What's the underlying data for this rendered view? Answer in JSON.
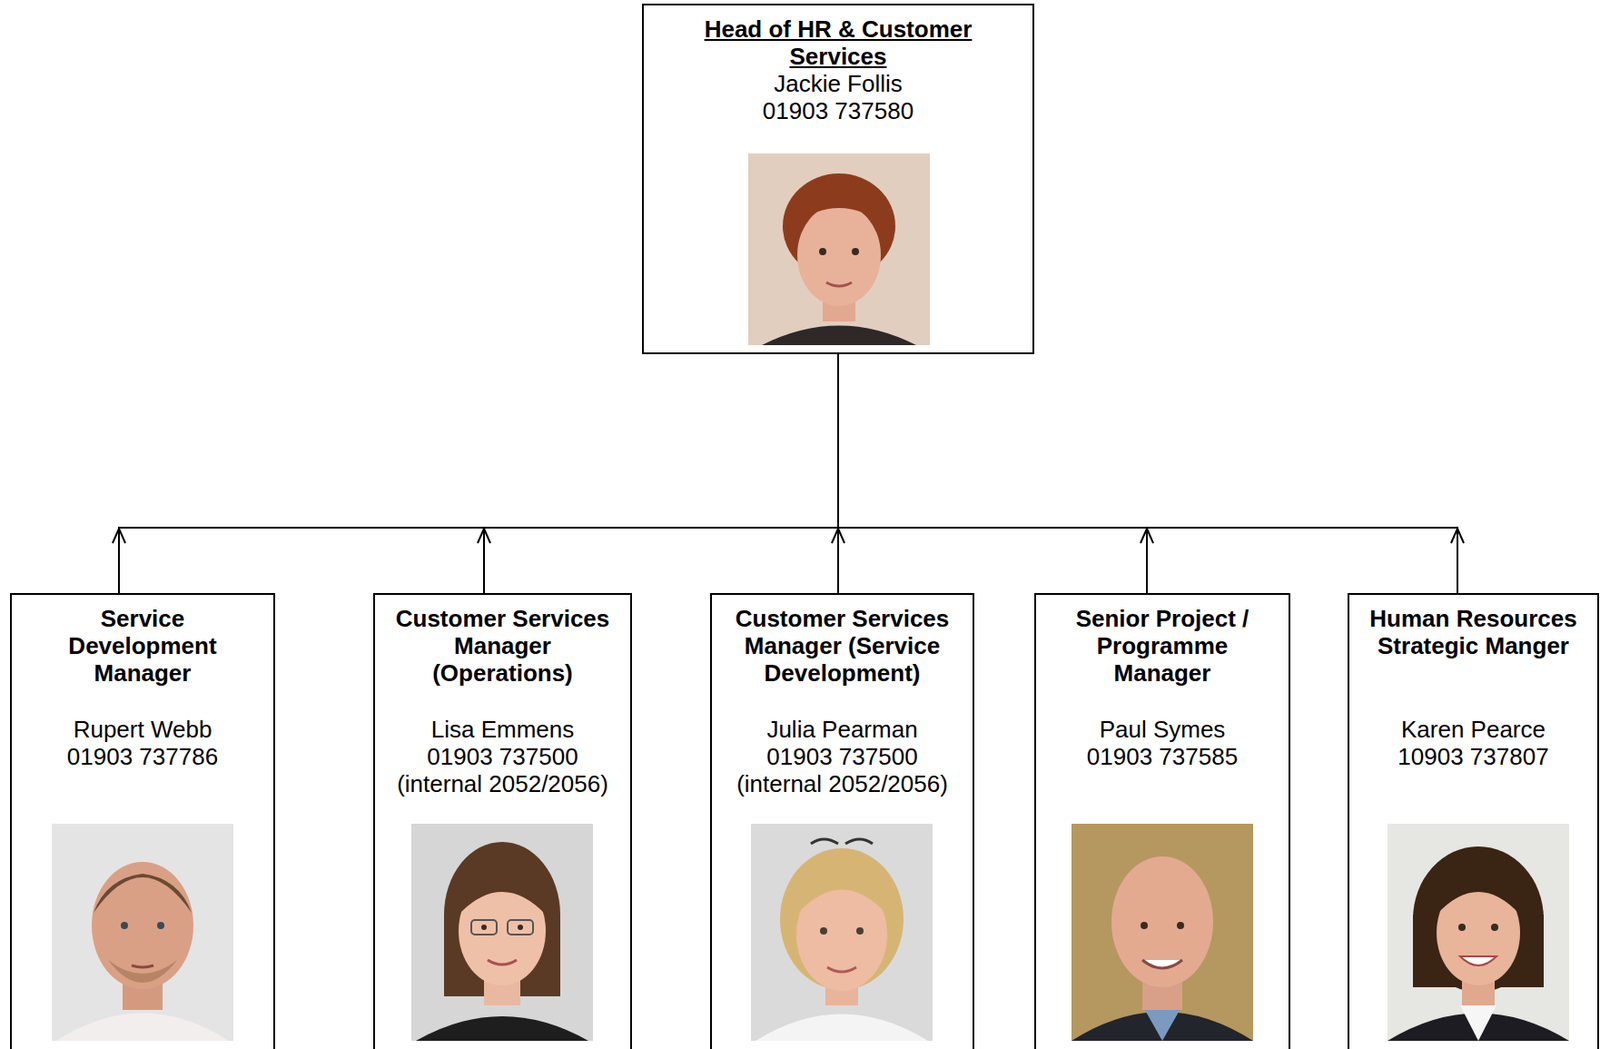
{
  "diagram": {
    "nodes": [
      {
        "text": [
          "Head of HR & Customer Services",
          "Jackie Follis",
          "01903 737580"
        ]
      },
      {
        "text": [
          "Service Development Manager",
          "Rupert Webb",
          "01903 737786"
        ]
      },
      {
        "text": [
          "Customer Services Manager (Operations)",
          "Lisa Emmens",
          "01903 737500",
          "(internal 2052/2056)"
        ]
      },
      {
        "text": [
          "Customer Services Manager (Service Development)",
          "Julia Pearman",
          "01903 737500",
          "(internal 2052/2056)"
        ]
      },
      {
        "text": [
          "Senior Project / Programme Manager",
          "Paul Symes",
          "01903 737585"
        ]
      },
      {
        "text": [
          "Human Resources Strategic Manger",
          "Karen Pearce",
          "10903 737807"
        ]
      }
    ],
    "edges": [
      {
        "from": 1,
        "to": 0,
        "arrow": "to"
      },
      {
        "from": 2,
        "to": 0,
        "arrow": "to"
      },
      {
        "from": 3,
        "to": 0,
        "arrow": "to"
      },
      {
        "from": 4,
        "to": 0,
        "arrow": "to"
      },
      {
        "from": 5,
        "to": 0,
        "arrow": "to"
      }
    ]
  }
}
